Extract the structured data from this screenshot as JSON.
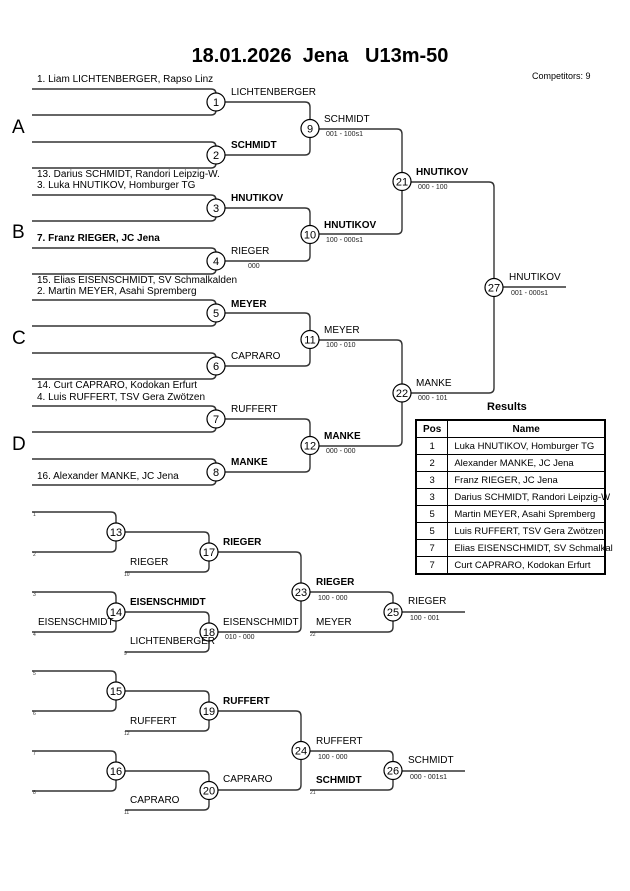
{
  "header": {
    "title": "18.01.2026  Jena   U13m-50",
    "competitors": "Competitors: 9"
  },
  "pools": [
    "A",
    "B",
    "C",
    "D"
  ],
  "match_numbers": [
    "1",
    "2",
    "3",
    "4",
    "5",
    "6",
    "7",
    "8",
    "9",
    "10",
    "11",
    "12",
    "13",
    "14",
    "15",
    "16",
    "17",
    "18",
    "19",
    "20",
    "21",
    "22",
    "23",
    "24",
    "25",
    "26",
    "27"
  ],
  "bracket_labels": [
    {
      "text": "1. Liam LICHTENBERGER, Rapso Linz",
      "style": "name"
    },
    {
      "text": "13. Darius SCHMIDT, Randori Leipzig-W.",
      "style": "name"
    },
    {
      "text": "3. Luka HNUTIKOV, Homburger TG",
      "style": "name"
    },
    {
      "text": "7. Franz RIEGER, JC Jena",
      "style": "name bold"
    },
    {
      "text": "15. Elias EISENSCHMIDT, SV Schmalkalden",
      "style": "name"
    },
    {
      "text": "2. Martin MEYER, Asahi Spremberg",
      "style": "name"
    },
    {
      "text": "14. Curt CAPRARO, Kodokan Erfurt",
      "style": "name"
    },
    {
      "text": "4. Luis RUFFERT, TSV Gera Zwötzen",
      "style": "name"
    },
    {
      "text": "16. Alexander MANKE, JC Jena",
      "style": "name"
    },
    {
      "text": "LICHTENBERGER",
      "style": "name"
    },
    {
      "text": "SCHMIDT",
      "style": "name bold"
    },
    {
      "text": "HNUTIKOV",
      "style": "name bold"
    },
    {
      "text": "RIEGER",
      "style": "name"
    },
    {
      "text": "000",
      "style": "score"
    },
    {
      "text": "MEYER",
      "style": "name bold"
    },
    {
      "text": "CAPRARO",
      "style": "name"
    },
    {
      "text": "RUFFERT",
      "style": "name"
    },
    {
      "text": "MANKE",
      "style": "name bold"
    },
    {
      "text": "SCHMIDT",
      "style": "name"
    },
    {
      "text": "001 - 100s1",
      "style": "score"
    },
    {
      "text": "HNUTIKOV",
      "style": "name bold"
    },
    {
      "text": "100 - 000s1",
      "style": "score"
    },
    {
      "text": "MEYER",
      "style": "name"
    },
    {
      "text": "100 - 010",
      "style": "score"
    },
    {
      "text": "MANKE",
      "style": "name bold"
    },
    {
      "text": "000 - 000",
      "style": "score"
    },
    {
      "text": "HNUTIKOV",
      "style": "name bold"
    },
    {
      "text": "000 - 100",
      "style": "score"
    },
    {
      "text": "MANKE",
      "style": "name"
    },
    {
      "text": "000 - 101",
      "style": "score"
    },
    {
      "text": "HNUTIKOV",
      "style": "name"
    },
    {
      "text": "001 - 000s1",
      "style": "score"
    },
    {
      "text": "1",
      "style": "seed"
    },
    {
      "text": "2",
      "style": "seed"
    },
    {
      "text": "3",
      "style": "seed"
    },
    {
      "text": "4",
      "style": "seed"
    },
    {
      "text": "5",
      "style": "seed"
    },
    {
      "text": "6",
      "style": "seed"
    },
    {
      "text": "7",
      "style": "seed"
    },
    {
      "text": "8",
      "style": "seed"
    },
    {
      "text": "RIEGER",
      "style": "name bold"
    },
    {
      "text": "RIEGER",
      "style": "name"
    },
    {
      "text": "10",
      "style": "seed"
    },
    {
      "text": "EISENSCHMIDT",
      "style": "name bold"
    },
    {
      "text": "EISENSCHMIDT",
      "style": "name"
    },
    {
      "text": "EISENSCHMIDT",
      "style": "name"
    },
    {
      "text": "010 - 000",
      "style": "score"
    },
    {
      "text": "LICHTENBERGER",
      "style": "name"
    },
    {
      "text": "9",
      "style": "seed"
    },
    {
      "text": "RIEGER",
      "style": "name bold"
    },
    {
      "text": "100 - 000",
      "style": "score"
    },
    {
      "text": "MEYER",
      "style": "name"
    },
    {
      "text": "22",
      "style": "seed"
    },
    {
      "text": "RIEGER",
      "style": "name"
    },
    {
      "text": "100 - 001",
      "style": "score"
    },
    {
      "text": "RUFFERT",
      "style": "name bold"
    },
    {
      "text": "RUFFERT",
      "style": "name"
    },
    {
      "text": "12",
      "style": "seed"
    },
    {
      "text": "CAPRARO",
      "style": "name"
    },
    {
      "text": "CAPRARO",
      "style": "name"
    },
    {
      "text": "11",
      "style": "seed"
    },
    {
      "text": "RUFFERT",
      "style": "name"
    },
    {
      "text": "100 - 000",
      "style": "score"
    },
    {
      "text": "SCHMIDT",
      "style": "name bold"
    },
    {
      "text": "21",
      "style": "seed"
    },
    {
      "text": "SCHMIDT",
      "style": "name"
    },
    {
      "text": "000 - 001s1",
      "style": "score"
    }
  ],
  "results": {
    "title": "Results",
    "columns": [
      "Pos",
      "Name"
    ],
    "rows": [
      {
        "pos": "1",
        "name": "Luka HNUTIKOV, Homburger TG"
      },
      {
        "pos": "2",
        "name": "Alexander MANKE, JC Jena"
      },
      {
        "pos": "3",
        "name": "Franz RIEGER, JC Jena"
      },
      {
        "pos": "3",
        "name": "Darius SCHMIDT, Randori Leipzig-W"
      },
      {
        "pos": "5",
        "name": "Martin MEYER, Asahi Spremberg"
      },
      {
        "pos": "5",
        "name": "Luis RUFFERT, TSV Gera Zwötzen"
      },
      {
        "pos": "7",
        "name": "Elias EISENSCHMIDT, SV Schmalkal"
      },
      {
        "pos": "7",
        "name": "Curt CAPRARO, Kodokan Erfurt"
      }
    ]
  }
}
